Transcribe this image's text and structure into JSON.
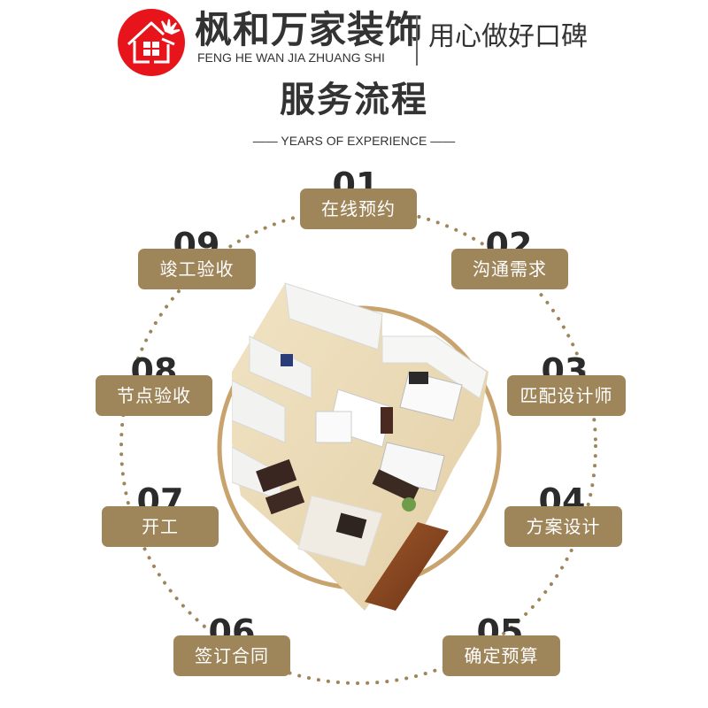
{
  "header": {
    "brand_name": "枫和万家装饰",
    "brand_pinyin": "FENG HE WAN JIA ZHUANG SHI",
    "slogan": "用心做好口碑",
    "logo_icon": "house-leaf-icon",
    "logo_color": "#e8141b"
  },
  "title": {
    "main": "服务流程",
    "subtitle": "—— YEARS OF EXPERIENCE ——"
  },
  "colors": {
    "accent": "#9f855a",
    "ring": "#c8a36e",
    "text": "#333333"
  },
  "center_image": "isometric-floor-plan-3d-apartment",
  "steps": [
    {
      "num": "01",
      "label": "在线预约"
    },
    {
      "num": "02",
      "label": "沟通需求"
    },
    {
      "num": "03",
      "label": "匹配设计师"
    },
    {
      "num": "04",
      "label": "方案设计"
    },
    {
      "num": "05",
      "label": "确定预算"
    },
    {
      "num": "06",
      "label": "签订合同"
    },
    {
      "num": "07",
      "label": "开工"
    },
    {
      "num": "08",
      "label": "节点验收"
    },
    {
      "num": "09",
      "label": "竣工验收"
    }
  ]
}
